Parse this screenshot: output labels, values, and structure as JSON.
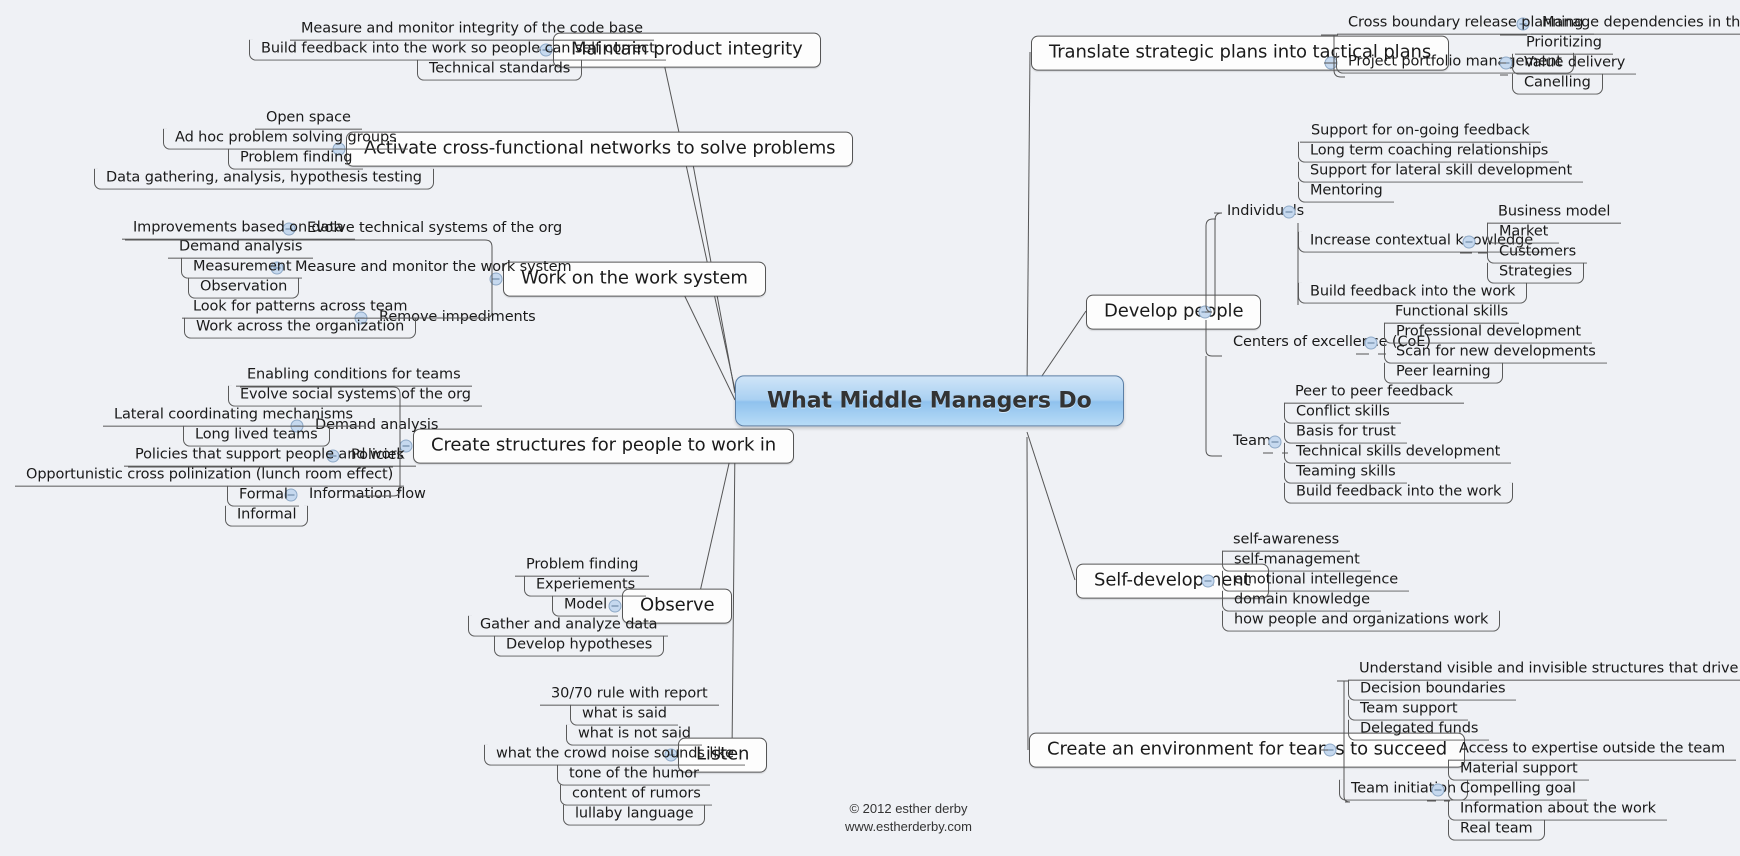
{
  "meta": {
    "title": "What Middle Managers Do",
    "background": "#eff1f5",
    "central_accent": "#a9d0f2",
    "node_border": "#555555",
    "toggle_fill": "#c6d9ef"
  },
  "central": {
    "label": "What Middle Managers Do"
  },
  "credit": {
    "line1": "© 2012 esther derby",
    "line2": "www.estherderby.com"
  },
  "branches": {
    "maintain_product_integrity": {
      "label": "Maintain product integrity",
      "children": [
        "Measure and monitor integrity of the code base",
        "Build feedback into the work so people can self correct",
        "Technical standards"
      ]
    },
    "activate_networks": {
      "label": "Activate cross-functional networks to solve problems",
      "children": [
        "Open space",
        "Ad hoc problem solving groups",
        "Problem finding",
        "Data gathering, analysis, hypothesis testing"
      ]
    },
    "work_on_work_system": {
      "label": "Work on the work system",
      "children": [
        {
          "label": "Evolve technical systems of the org",
          "children": [
            "Improvements based  on data"
          ]
        },
        {
          "label": "Measure and monitor the work system",
          "children": [
            "Demand analysis",
            "Measurement",
            "Observation"
          ]
        },
        {
          "label": "Remove impediments",
          "children": [
            "Look for patterns across team",
            "Work across the organization"
          ]
        }
      ]
    },
    "create_structures": {
      "label": "Create structures for people to work in",
      "children": [
        {
          "label": "Demand analysis",
          "children": [
            "Enabling conditions for teams",
            "Evolve social systems of the org",
            "Lateral coordinating mechanisms",
            "Long lived teams"
          ]
        },
        {
          "label": "Policies",
          "children": [
            "Policies that support people and work"
          ]
        },
        {
          "label": "Information flow",
          "children": [
            "Opportunistic cross polinization (lunch room effect)",
            "Formal",
            "Informal"
          ]
        }
      ]
    },
    "observe": {
      "label": "Observe",
      "children": [
        "Problem finding",
        "Experiements",
        "Model",
        "Gather and analyze data",
        "Develop hypotheses"
      ]
    },
    "listen": {
      "label": "Listen",
      "children": [
        "30/70 rule with report",
        "what is said",
        "what is not said",
        "what the crowd noise sounds like",
        "tone of the humor",
        "content of rumors",
        "lullaby language"
      ]
    },
    "translate_plans": {
      "label": "Translate strategic plans into tactical plans",
      "children": [
        {
          "label": "Manage dependencies in the backlog",
          "children": [
            "Cross boundary release planning"
          ]
        },
        {
          "label": "Project portfolio management",
          "children": [
            "Prioritizing",
            "Value delivery",
            "Canelling"
          ]
        }
      ]
    },
    "develop_people": {
      "label": "Develop people",
      "children": [
        {
          "label": "Individuals",
          "children": [
            "Support for on-going feedback",
            "Long term coaching relationships",
            "Support for lateral skill development",
            "Mentoring",
            {
              "label": "Increase contextual knowledge",
              "children": [
                "Business model",
                "Market",
                "Customers",
                "Strategies"
              ]
            },
            "Build feedback into the work"
          ]
        },
        {
          "label": "Centers of excellence (CoE)",
          "children": [
            "Functional skills",
            "Professional development",
            "Scan for new developments",
            "Peer learning"
          ]
        },
        {
          "label": "Teams",
          "children": [
            "Peer to peer feedback",
            "Conflict skills",
            "Basis for trust",
            "Technical skills development",
            "Teaming skills",
            "Build feedback into the work"
          ]
        }
      ]
    },
    "self_development": {
      "label": "Self-development",
      "children": [
        "self-awareness",
        "self-management",
        "emotional intellegence",
        "domain knowledge",
        "how people and organizations work"
      ]
    },
    "create_environment": {
      "label": "Create an environment for teams to succeed",
      "children": [
        "Understand visible and invisible structures that drive patterns",
        "Decision boundaries",
        "Team support",
        "Delegated funds",
        {
          "label": "Team initiation",
          "children": [
            "Access to expertise outside the team",
            "Material support",
            "Compelling goal",
            "Information about the work",
            "Real team"
          ]
        }
      ]
    }
  }
}
